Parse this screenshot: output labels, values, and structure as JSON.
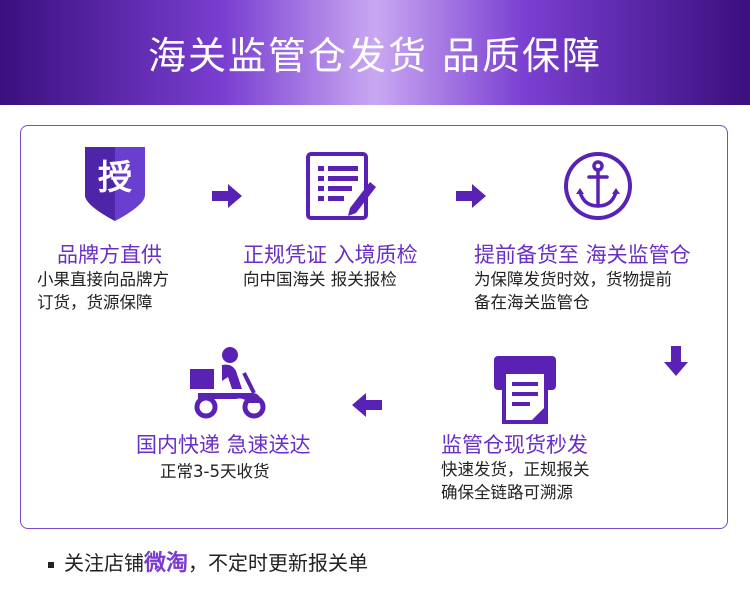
{
  "header": {
    "title": "海关监管仓发货 品质保障"
  },
  "steps": [
    {
      "icon": "authorization-badge-icon",
      "badge_char": "授",
      "title": "品牌方直供",
      "desc_line1": "小果直接向品牌方",
      "desc_line2": "订货，货源保障"
    },
    {
      "icon": "document-pen-icon",
      "title": "正规凭证 入境质检",
      "desc_line1": "向中国海关 报关报检",
      "desc_line2": ""
    },
    {
      "icon": "anchor-icon",
      "title": "提前备货至 海关监管仓",
      "desc_line1": "为保障发货时效，货物提前",
      "desc_line2": "备在海关监管仓"
    },
    {
      "icon": "printer-icon",
      "title": "监管仓现货秒发",
      "desc_line1": "快速发货，正规报关",
      "desc_line2": "确保全链路可溯源"
    },
    {
      "icon": "delivery-scooter-icon",
      "title": "国内快递 急速送达",
      "desc_line1": "正常3-5天收货",
      "desc_line2": ""
    }
  ],
  "footer": {
    "prefix": "关注店铺",
    "highlight": "微淘",
    "suffix": "，不定时更新报关单"
  },
  "colors": {
    "accent": "#6a2fc6",
    "dark": "#3a0f7e"
  }
}
